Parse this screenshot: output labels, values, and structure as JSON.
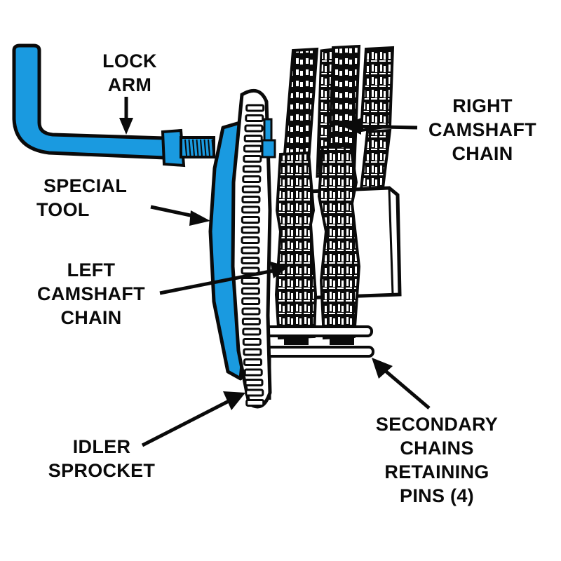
{
  "diagram": {
    "title": "Idler sprocket lock arm special tool installation",
    "colors": {
      "tool_blue": "#1a9ae0",
      "outline": "#0a0a0a",
      "background": "#ffffff"
    },
    "labels": {
      "lock_arm": [
        "LOCK",
        "ARM"
      ],
      "special_tool": [
        "SPECIAL",
        "TOOL"
      ],
      "left_camshaft_chain": [
        "LEFT",
        "CAMSHAFT",
        "CHAIN"
      ],
      "right_camshaft_chain": [
        "RIGHT",
        "CAMSHAFT",
        "CHAIN"
      ],
      "idler_sprocket": [
        "IDLER",
        "SPROCKET"
      ],
      "secondary_chains_retaining_pins": [
        "SECONDARY",
        "CHAINS",
        "RETAINING",
        "PINS (4)"
      ]
    }
  }
}
